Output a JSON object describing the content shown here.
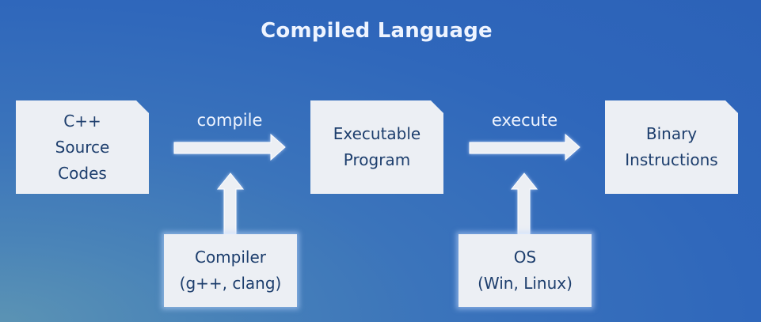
{
  "title": "Compiled Language",
  "nodes": {
    "source": "C++\nSource\nCodes",
    "executable": "Executable\nProgram",
    "binary": "Binary\nInstructions",
    "compiler": "Compiler\n(g++, clang)",
    "os": "OS\n(Win, Linux)"
  },
  "edges": {
    "compile": "compile",
    "execute": "execute"
  }
}
